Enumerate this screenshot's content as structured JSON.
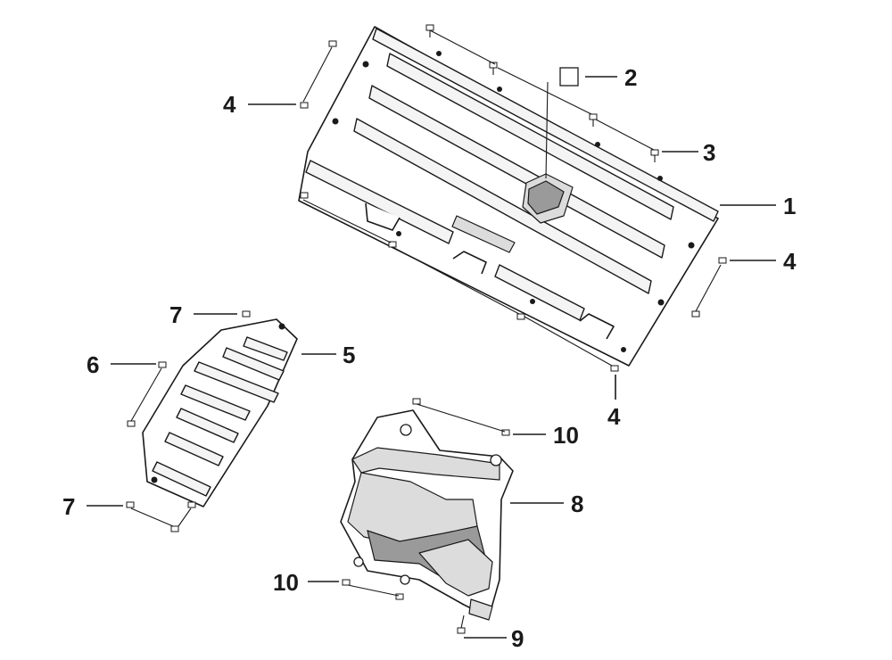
{
  "diagram": {
    "callouts": [
      {
        "id": "c1",
        "label": "1"
      },
      {
        "id": "c2",
        "label": "2"
      },
      {
        "id": "c3",
        "label": "3"
      },
      {
        "id": "c4a",
        "label": "4"
      },
      {
        "id": "c4b",
        "label": "4"
      },
      {
        "id": "c4c",
        "label": "4"
      },
      {
        "id": "c5",
        "label": "5"
      },
      {
        "id": "c6",
        "label": "6"
      },
      {
        "id": "c7a",
        "label": "7"
      },
      {
        "id": "c7b",
        "label": "7"
      },
      {
        "id": "c8",
        "label": "8"
      },
      {
        "id": "c9",
        "label": "9"
      },
      {
        "id": "c10a",
        "label": "10"
      },
      {
        "id": "c10b",
        "label": "10"
      }
    ],
    "colors": {
      "ink": "#1a1a1a",
      "paper": "#ffffff",
      "fill_light": "#f4f4f4",
      "fill_mid": "#dcdcdc",
      "fill_dark": "#9a9a9a"
    }
  }
}
